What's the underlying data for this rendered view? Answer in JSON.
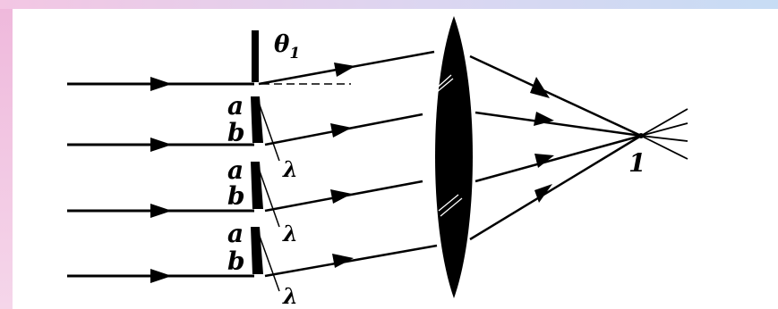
{
  "labels": {
    "theta": "θ",
    "theta_sub": "1",
    "a": "a",
    "b": "b",
    "lambda": "λ",
    "focus": "1"
  },
  "colors": {
    "ink": "#000000",
    "background": "#ffffff",
    "frame_pink": "#efb9dc",
    "frame_blue": "#c7dcf4"
  }
}
